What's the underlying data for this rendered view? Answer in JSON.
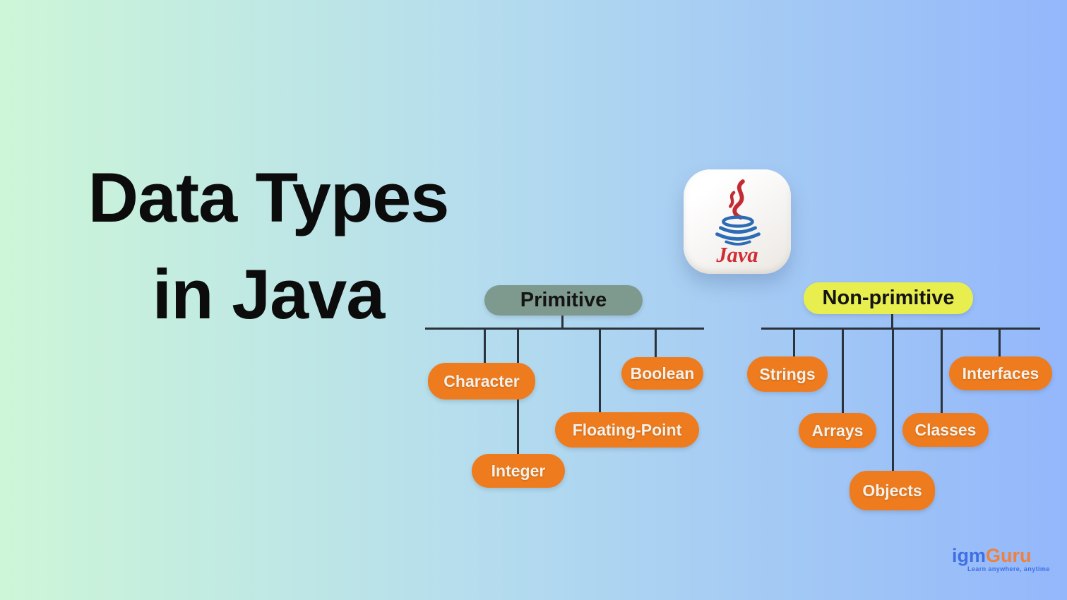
{
  "title": {
    "line1": "Data Types",
    "line2": "in Java"
  },
  "java_badge": {
    "label": "Java"
  },
  "tree": {
    "branches": [
      {
        "label": "Primitive",
        "pill_color": "#7e9a8e",
        "children": [
          "Character",
          "Integer",
          "Floating-Point",
          "Boolean"
        ]
      },
      {
        "label": "Non-primitive",
        "pill_color": "#e7ee4e",
        "children": [
          "Strings",
          "Arrays",
          "Objects",
          "Classes",
          "Interfaces"
        ]
      }
    ]
  },
  "branding": {
    "logo_part1": "igm",
    "logo_part2": "Guru",
    "tagline": "Learn anywhere, anytime"
  },
  "colors": {
    "background_left": "#cdf6d8",
    "background_mid": "#b4dcee",
    "background_right": "#93b7fb",
    "title_text": "#0c0c0c",
    "primitive_pill": "#7e9a8e",
    "non_primitive_pill": "#e7ee4e",
    "node_pill": "#ee7c1e",
    "node_text": "#f4f1ea",
    "connector_line": "#2a323c",
    "java_text_red": "#cf2e35",
    "java_cup_blue": "#2c6cb5",
    "logo_blue": "#3f6fe4",
    "logo_orange": "#f0813c"
  }
}
